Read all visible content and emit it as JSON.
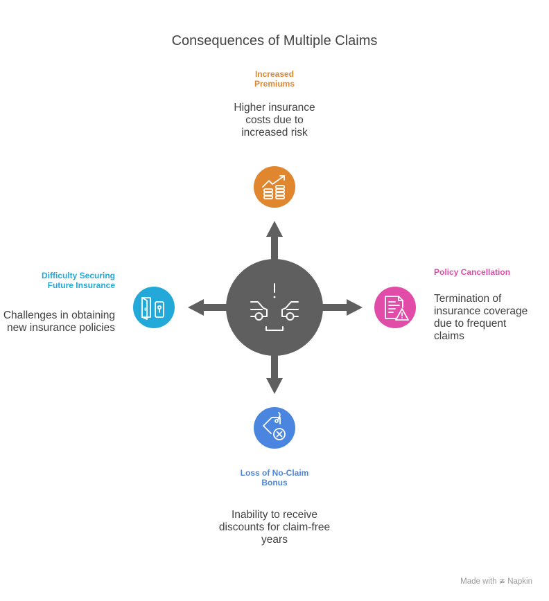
{
  "title": "Consequences of Multiple Claims",
  "nodes": {
    "top": {
      "label_line1": "Increased",
      "label_line2": "Premiums",
      "desc_line1": "Higher insurance",
      "desc_line2": "costs due to",
      "desc_line3": "increased risk",
      "color": "#e0862f",
      "icon": "trending-coins-icon"
    },
    "right": {
      "label_line1": "Policy Cancellation",
      "desc_line1": "Termination of",
      "desc_line2": "insurance coverage",
      "desc_line3": "due to frequent",
      "desc_line4": "claims",
      "color": "#e04ca8",
      "icon": "document-warning-icon"
    },
    "bottom": {
      "label_line1": "Loss of No-Claim",
      "label_line2": "Bonus",
      "desc_line1": "Inability to receive",
      "desc_line2": "discounts for claim-free",
      "desc_line3": "years",
      "color": "#4a86e0",
      "icon": "tag-remove-icon"
    },
    "left": {
      "label_line1": "Difficulty Securing",
      "label_line2": "Future Insurance",
      "desc_line1": "Challenges in obtaining",
      "desc_line2": "new insurance policies",
      "color": "#23a9d9",
      "icon": "door-lock-icon"
    }
  },
  "hub": {
    "color": "#5f5f5f",
    "icon": "car-collision-icon"
  },
  "arrow_color": "#5f5f5f",
  "footer": {
    "prefix": "Made with",
    "brand": "Napkin"
  }
}
